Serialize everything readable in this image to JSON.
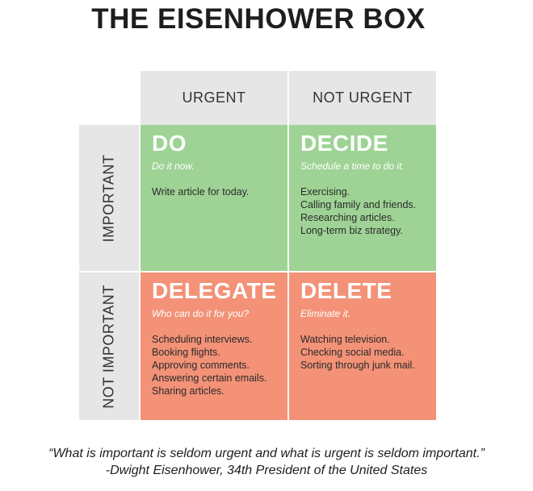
{
  "title": "THE EISENHOWER BOX",
  "columns": {
    "urgent": "URGENT",
    "not_urgent": "NOT URGENT"
  },
  "rows": {
    "important": "IMPORTANT",
    "not_important": "NOT IMPORTANT"
  },
  "quadrants": {
    "do": {
      "heading": "DO",
      "subtitle": "Do it now.",
      "items": [
        "Write article for today."
      ],
      "color": "#9ed395"
    },
    "decide": {
      "heading": "DECIDE",
      "subtitle": "Schedule a time to do it.",
      "items": [
        "Exercising.",
        "Calling family and friends.",
        "Researching articles.",
        "Long-term biz strategy."
      ],
      "color": "#9ed395"
    },
    "delegate": {
      "heading": "DELEGATE",
      "subtitle": "Who can do it for you?",
      "items": [
        "Scheduling interviews.",
        "Booking flights.",
        "Approving comments.",
        "Answering certain emails.",
        "Sharing articles."
      ],
      "color": "#f39277"
    },
    "delete": {
      "heading": "DELETE",
      "subtitle": "Eliminate it.",
      "items": [
        "Watching television.",
        "Checking social media.",
        "Sorting through junk mail."
      ],
      "color": "#f39277"
    }
  },
  "header_color": "#e6e6e6",
  "quote": "“What is important is seldom urgent and what is urgent is seldom important.”",
  "attribution": "-Dwight Eisenhower, 34th President of the United States"
}
